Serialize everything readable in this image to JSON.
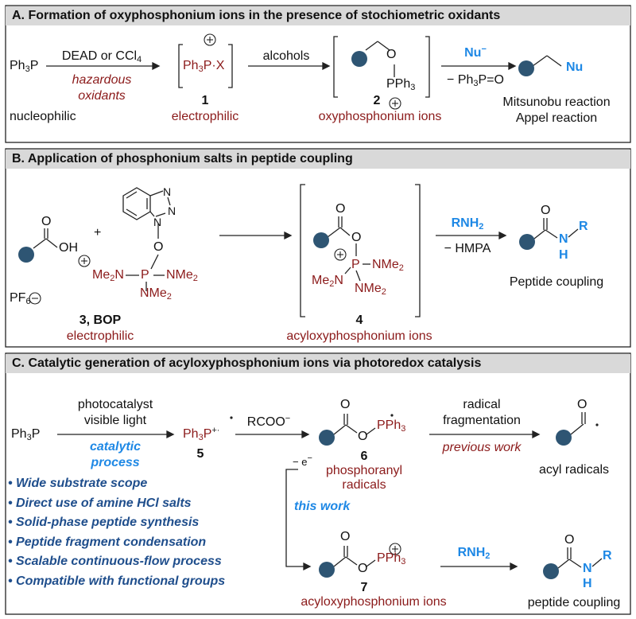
{
  "sectionA": {
    "header": "A. Formation of oxyphosphonium ions in the presence of stochiometric oxidants",
    "ph3p": "Ph3P",
    "nucleophilic": "nucleophilic",
    "reagent": "DEAD or CCl4",
    "hazardous1": "hazardous",
    "hazardous2": "oxidants",
    "int1_formula": "Ph3P·X",
    "int1_num": "1",
    "int1_label": "electrophilic",
    "alcohols": "alcohols",
    "int2_ppH3": "PPh3",
    "int2_num": "2",
    "int2_label": "oxyphosphonium ions",
    "nu": "Nu",
    "byproduct": "− Ph3P=O",
    "product_nu": "Nu",
    "rxn1": "Mitsunobu reaction",
    "rxn2": "Appel reaction"
  },
  "sectionB": {
    "header": "B. Application of phosphonium salts in peptide coupling",
    "oh": "OH",
    "o": "O",
    "plus": "+",
    "bop_n1": "N",
    "bop_n2": "N",
    "bop_n3": "N",
    "bop_o": "O",
    "bop_me2n": "Me2N",
    "bop_p": "P",
    "bop_nme2_r": "NMe2",
    "bop_nme2_b": "NMe2",
    "pf6": "PF6",
    "bop_num": "3, BOP",
    "bop_label": "electrophilic",
    "int4_o1": "O",
    "int4_o2": "O",
    "int4_p": "P",
    "int4_nme2_r": "NMe2",
    "int4_me2n": "Me2N",
    "int4_nme2_b": "NMe2",
    "int4_num": "4",
    "int4_label": "acyloxyphosphonium ions",
    "rnh2": "RNH2",
    "hmpa": "− HMPA",
    "prod_o": "O",
    "prod_n": "N",
    "prod_h": "H",
    "prod_r": "R",
    "prod_label": "Peptide coupling"
  },
  "sectionC": {
    "header": "C. Catalytic generation of acyloxyphosphonium ions via photoredox catalysis",
    "ph3p": "Ph3P",
    "cond1": "photocatalyst",
    "cond2": "visible light",
    "catalytic1": "catalytic",
    "catalytic2": "process",
    "int5": "Ph3P",
    "int5_num": "5",
    "rcoo": "RCOO",
    "int6_o1": "O",
    "int6_o2": "O",
    "int6_pph3": "PPh3",
    "int6_num": "6",
    "int6_label1": "phosphoranyl",
    "int6_label2": "radicals",
    "frag1": "radical",
    "frag2": "fragmentation",
    "previous": "previous work",
    "acyl_o": "O",
    "acyl_label": "acyl radicals",
    "minus_e": "− e",
    "this_work": "this work",
    "int7_o1": "O",
    "int7_o2": "O",
    "int7_pph3": "PPh3",
    "int7_num": "7",
    "int7_label": "acyloxyphosphonium ions",
    "rnh2": "RNH2",
    "prod_o": "O",
    "prod_n": "N",
    "prod_h": "H",
    "prod_r": "R",
    "prod_label": "peptide coupling",
    "bullets": [
      "• Wide substrate scope",
      "• Direct use of amine HCl salts",
      "• Solid-phase peptide synthesis",
      "• Peptide fragment condensation",
      "• Scalable continuous-flow process",
      "• Compatible with functional groups"
    ]
  },
  "colors": {
    "header_bg": "#d9d9d9",
    "dark_red": "#8b1a1a",
    "blue": "#1e88e5",
    "navy": "#1f4e8c",
    "ball": "#2e5573"
  }
}
